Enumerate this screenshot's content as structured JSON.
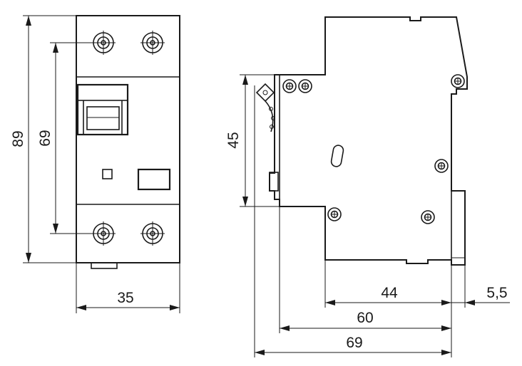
{
  "dimensions": {
    "front_height_total": "89",
    "front_height_mount": "69",
    "front_width": "35",
    "side_height_mount": "45",
    "side_depth_44": "44",
    "side_depth_5_5": "5,5",
    "side_depth_60": "60",
    "side_depth_69": "69"
  }
}
